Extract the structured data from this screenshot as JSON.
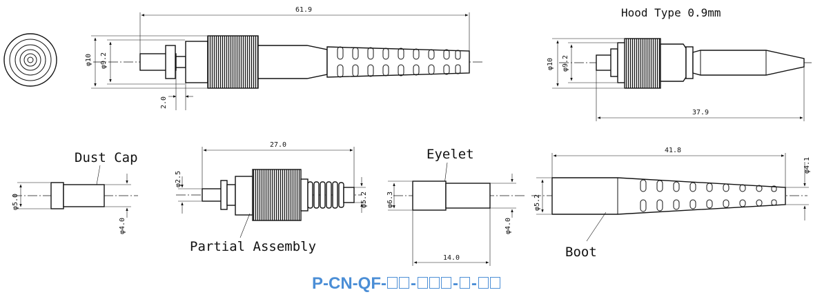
{
  "views": {
    "main": {
      "dim_length": "61.9",
      "dim_dia_outer": "φ10",
      "dim_dia_inner": "φ9.2",
      "dim_small": "2.0"
    },
    "hood": {
      "title": "Hood Type 0.9mm",
      "dim_dia_outer": "φ10",
      "dim_dia_inner": "φ9.2",
      "dim_length": "37.9"
    },
    "dust_cap": {
      "label": "Dust Cap",
      "dim_outer": "φ5.0",
      "dim_inner": "φ4.0"
    },
    "partial_assembly": {
      "label": "Partial Assembly",
      "dim_length": "27.0",
      "dim_ferrule": "φ2.5",
      "dim_body": "φ5.2"
    },
    "eyelet": {
      "label": "Eyelet",
      "dim_outer": "φ6.3",
      "dim_inner": "φ4.0",
      "dim_length": "14.0"
    },
    "boot": {
      "label": "Boot",
      "dim_length": "41.8",
      "dim_dia_large": "φ5.2",
      "dim_dia_small": "φ4.1"
    }
  },
  "part_number": {
    "prefix": "P-CN-QF-",
    "sep": "-",
    "groups": [
      2,
      3,
      1,
      2
    ],
    "color": "#4b8ed6"
  }
}
